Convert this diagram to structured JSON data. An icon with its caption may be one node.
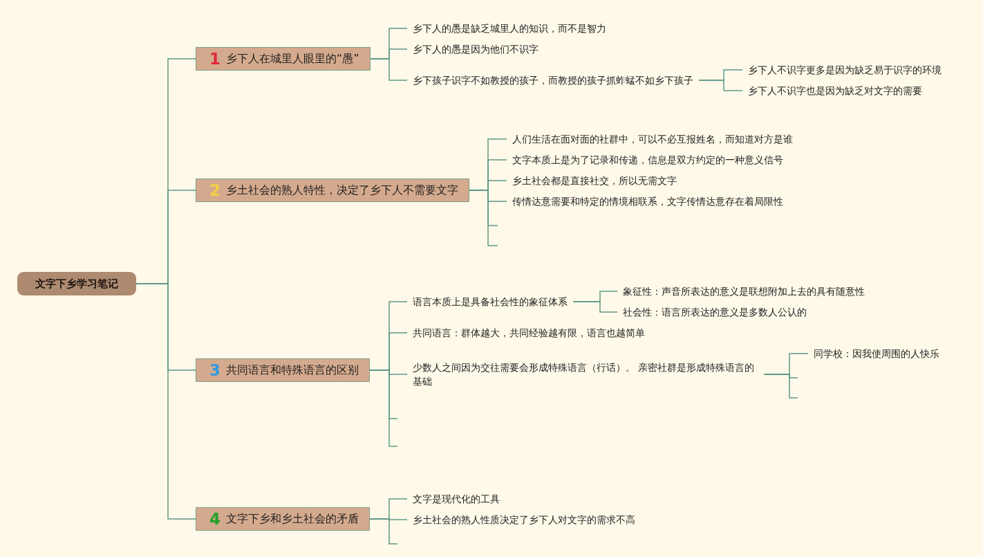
{
  "diagram": {
    "nodes": [
      {
        "text": [
          "文字下乡学习笔记"
        ]
      },
      {
        "text": [
          "1",
          "乡下人在城里人眼里的“愚”"
        ]
      },
      {
        "text": [
          "乡下人的愚是缺乏城里人的知识，而不是智力"
        ]
      },
      {
        "text": [
          "乡下人的愚是因为他们不识字"
        ]
      },
      {
        "text": [
          "乡下孩子识字不如教授的孩子，而教授的孩子抓蚱蜢不如乡下孩子"
        ]
      },
      {
        "text": [
          "乡下人不识字更多是因为缺乏易于识字的环境"
        ]
      },
      {
        "text": [
          "乡下人不识字也是因为缺乏对文字的需要"
        ]
      },
      {
        "text": [
          "2",
          "乡土社会的熟人特性，决定了乡下人不需要文字"
        ]
      },
      {
        "text": [
          "人们生活在面对面的社群中，可以不必互报姓名，而知道对方是谁"
        ]
      },
      {
        "text": [
          "文字本质上是为了记录和传递，信息是双方约定的一种意义信号"
        ]
      },
      {
        "text": [
          "乡土社会都是直接社交，所以无需文字"
        ]
      },
      {
        "text": [
          "传情达意需要和特定的情境相联系，文字传情达意存在着局限性"
        ]
      },
      {
        "text": [
          "3",
          "共同语言和特殊语言的区别"
        ]
      },
      {
        "text": [
          "语言本质上是具备社会性的象征体系"
        ]
      },
      {
        "text": [
          "象征性：声音所表达的意义是联想附加上去的具有随意性"
        ]
      },
      {
        "text": [
          "社会性：语言所表达的意义是多数人公认的"
        ]
      },
      {
        "text": [
          "共同语言：群体越大，共同经验越有限，语言也越简单"
        ]
      },
      {
        "text": [
          "少数人之间因为交往需要会形成特殊语言（行话）。 亲密社群是形成特殊语言的基础"
        ]
      },
      {
        "text": [
          "同学校：因我使周围的人快乐"
        ]
      },
      {
        "text": [
          "4",
          "文字下乡和乡土社会的矛盾"
        ]
      },
      {
        "text": [
          "文字是现代化的工具"
        ]
      },
      {
        "text": [
          "乡土社会的熟人性质决定了乡下人对文字的需求不高"
        ]
      }
    ],
    "edges": [
      {
        "from": 0,
        "to": 1,
        "arrow": "none"
      },
      {
        "from": 1,
        "to": 2,
        "arrow": "none"
      },
      {
        "from": 1,
        "to": 3,
        "arrow": "none"
      },
      {
        "from": 1,
        "to": 4,
        "arrow": "none"
      },
      {
        "from": 4,
        "to": 5,
        "arrow": "none"
      },
      {
        "from": 4,
        "to": 6,
        "arrow": "none"
      },
      {
        "from": 0,
        "to": 7,
        "arrow": "none"
      },
      {
        "from": 7,
        "to": 8,
        "arrow": "none"
      },
      {
        "from": 7,
        "to": 9,
        "arrow": "none"
      },
      {
        "from": 7,
        "to": 10,
        "arrow": "none"
      },
      {
        "from": 7,
        "to": 11,
        "arrow": "none"
      },
      {
        "from": 7,
        "to": null,
        "arrow": "none"
      },
      {
        "from": 7,
        "to": null,
        "arrow": "none"
      },
      {
        "from": 0,
        "to": 12,
        "arrow": "none"
      },
      {
        "from": 12,
        "to": 13,
        "arrow": "none"
      },
      {
        "from": 13,
        "to": 14,
        "arrow": "none"
      },
      {
        "from": 13,
        "to": 15,
        "arrow": "none"
      },
      {
        "from": 12,
        "to": 16,
        "arrow": "none"
      },
      {
        "from": 12,
        "to": 17,
        "arrow": "none"
      },
      {
        "from": 17,
        "to": 18,
        "arrow": "none"
      },
      {
        "from": 17,
        "to": null,
        "arrow": "none"
      },
      {
        "from": 17,
        "to": null,
        "arrow": "none"
      },
      {
        "from": 12,
        "to": null,
        "arrow": "none"
      },
      {
        "from": 12,
        "to": null,
        "arrow": "none"
      },
      {
        "from": 0,
        "to": 19,
        "arrow": "none"
      },
      {
        "from": 19,
        "to": 20,
        "arrow": "none"
      },
      {
        "from": 19,
        "to": 21,
        "arrow": "none"
      },
      {
        "from": 19,
        "to": null,
        "arrow": "none"
      }
    ]
  }
}
